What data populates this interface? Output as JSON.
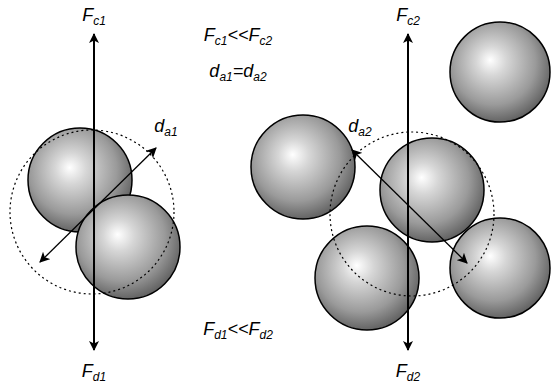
{
  "diagram": {
    "labels": [
      "Fc1",
      "Fc1<<Fc2",
      "Fc2",
      "da1=da2",
      "da1",
      "da2",
      "Fd1<<Fd2",
      "Fd1",
      "Fd2"
    ]
  }
}
